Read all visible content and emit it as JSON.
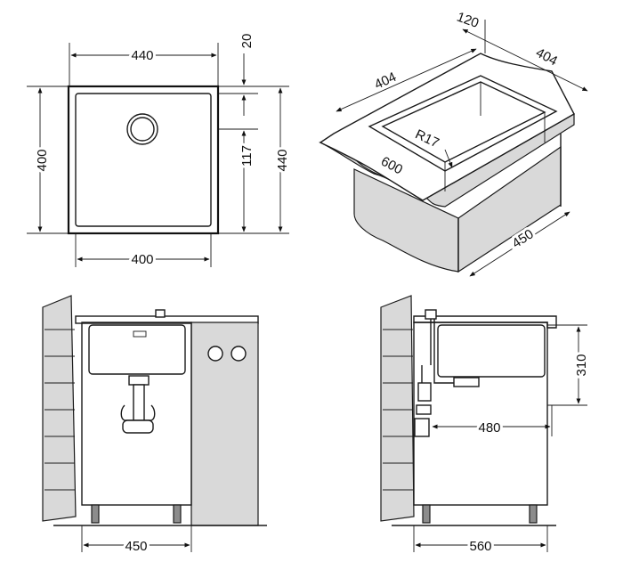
{
  "top_view": {
    "dims": {
      "outer_width": "440",
      "inner_width": "400",
      "outer_height": "400",
      "right_height": "440",
      "rim": "20",
      "drain_offset": "117"
    }
  },
  "iso_view": {
    "dims": {
      "depth": "120",
      "bowl_length": "404",
      "bowl_width": "404",
      "radius": "R17",
      "countertop": "600",
      "cabinet_depth": "450"
    }
  },
  "front_view": {
    "dims": {
      "cabinet_width": "450"
    }
  },
  "side_view": {
    "dims": {
      "bowl_height": "310",
      "drain_distance": "480",
      "cabinet_width": "560"
    }
  }
}
